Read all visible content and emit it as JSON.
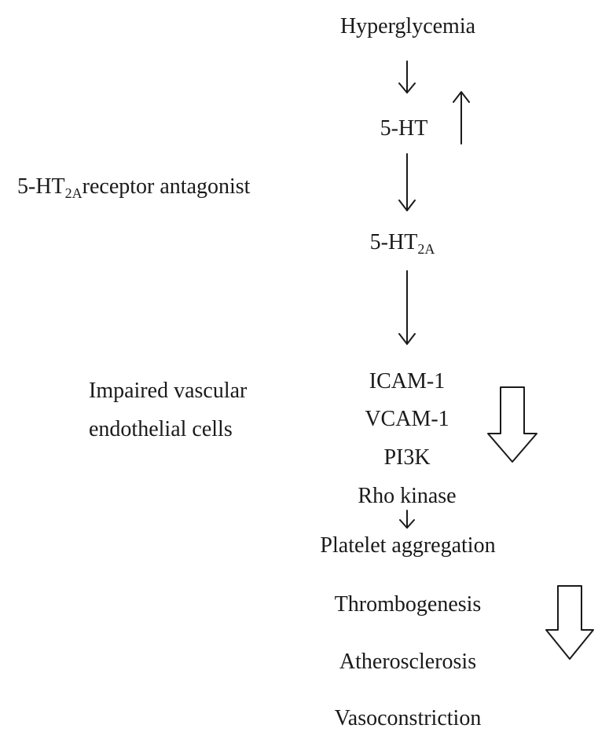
{
  "nodes": {
    "hyperglycemia": "Hyperglycemia",
    "serotonin": "5-HT",
    "receptor_base": "5-HT",
    "receptor_sub": "2A",
    "antagonist_base": "5-HT",
    "antagonist_sub": "2A",
    "antagonist_rest": "receptor antagonist",
    "icam": "ICAM-1",
    "vcam": "VCAM-1",
    "pi3k": "PI3K",
    "rho": "Rho kinase",
    "platelet": "Platelet aggregation",
    "thrombo": "Thrombogenesis",
    "athero": "Atherosclerosis",
    "vaso": "Vasoconstriction",
    "impaired_line1": "Impaired vascular",
    "impaired_line2": "endothelial cells"
  },
  "icons": {
    "flow": "arrow-down",
    "serotonin_level": "arrow-up",
    "group_effect": "block-arrow-down"
  }
}
